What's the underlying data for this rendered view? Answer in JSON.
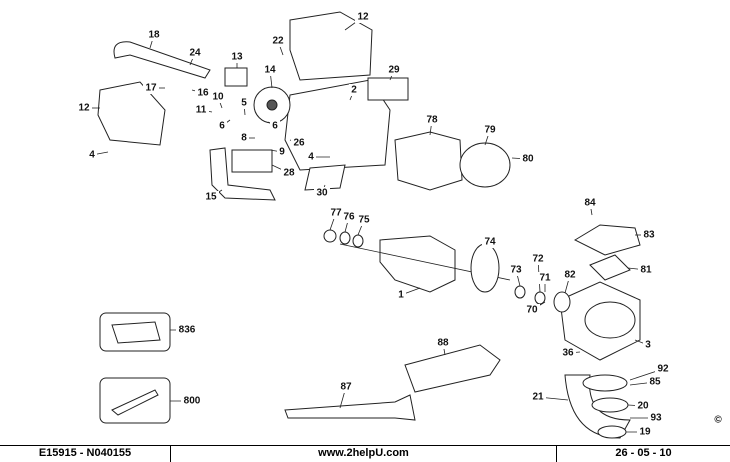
{
  "diagram": {
    "part_labels": [
      "12",
      "18",
      "24",
      "22",
      "13",
      "29",
      "14",
      "17",
      "16",
      "12",
      "10",
      "2",
      "11",
      "5",
      "78",
      "6",
      "6",
      "79",
      "8",
      "26",
      "9",
      "4",
      "4",
      "80",
      "28",
      "30",
      "15",
      "77",
      "76",
      "75",
      "84",
      "83",
      "74",
      "72",
      "81",
      "73",
      "71",
      "82",
      "1",
      "70",
      "836",
      "3",
      "88",
      "36",
      "92",
      "85",
      "87",
      "800",
      "21",
      "20",
      "93",
      "19"
    ],
    "copyright": "©"
  },
  "footer": {
    "code": "E15915 - N040155",
    "website": "www.2helpU.com",
    "date": "26 - 05 - 10"
  }
}
